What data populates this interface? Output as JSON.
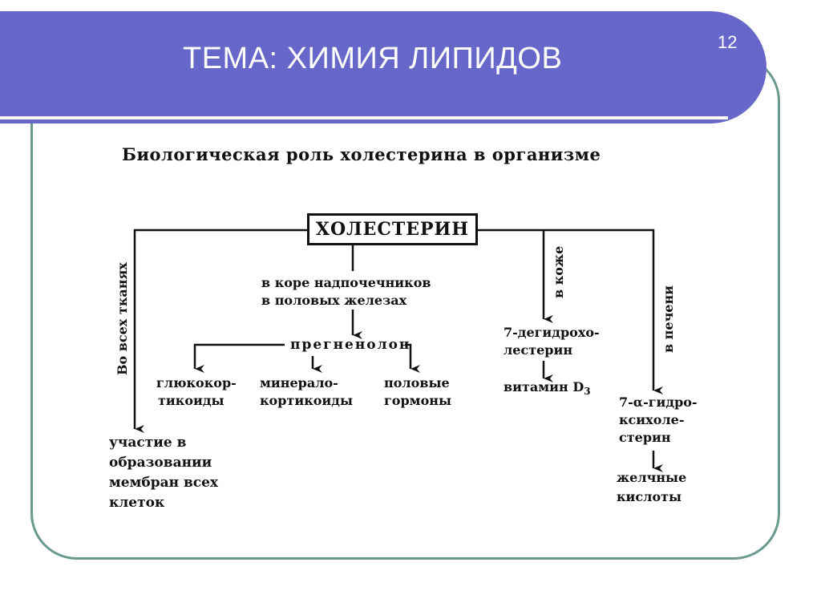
{
  "slide": {
    "title": "ТЕМА: ХИМИЯ ЛИПИДОВ",
    "number": "12",
    "banner_color": "#6767c9",
    "frame_color": "#6a9a8f"
  },
  "diagram": {
    "title": "Биологическая роль холестерина в организме",
    "central": "ХОЛЕСТЕРИН",
    "left_branch_label": "Во всех тканях",
    "left_result": [
      "участие в",
      "образовании",
      "мембран всех",
      "клеток"
    ],
    "adrenal_label": [
      "в коре надпочечников",
      "в половых железах"
    ],
    "pregnenolone": "прегненолон",
    "gluco": [
      "глюкокор-",
      "тикоиды"
    ],
    "mineralo": [
      "минерало-",
      "кортикоиды"
    ],
    "sex_hormones": [
      "половые",
      "гормоны"
    ],
    "skin_label": "в коже",
    "dehydro": [
      "7-дегидрохо-",
      "лестерин"
    ],
    "vitamin": "витамин D",
    "vitamin_sub": "3",
    "liver_label": "в печени",
    "hydroxy": [
      "7-α-гидро-",
      "ксихоле-",
      "стерин"
    ],
    "bile": [
      "желчные",
      "кислоты"
    ]
  }
}
